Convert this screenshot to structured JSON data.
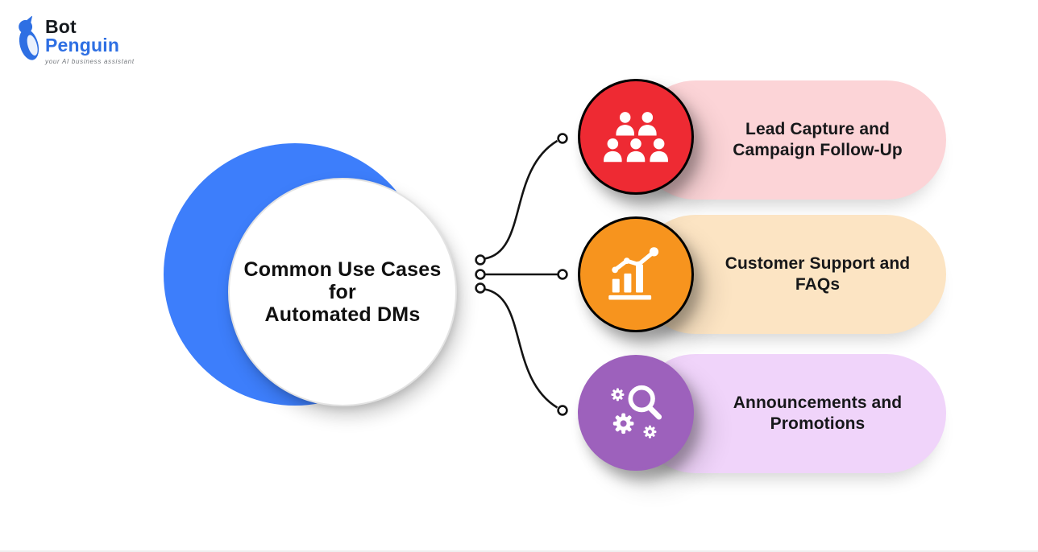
{
  "brand": {
    "name_top": "Bot",
    "name_bottom": "Penguin",
    "tagline": "your AI business assistant",
    "blue": "#2e6fe3",
    "dark": "#15191e"
  },
  "center": {
    "title": "Common Use Cases for\nAutomated DMs",
    "back_circle_color": "#3d7efb"
  },
  "items": [
    {
      "label": "Lead Capture and\nCampaign Follow-Up",
      "icon": "people-group-icon",
      "circle_color": "#ee2a33",
      "circle_border": "#c01421",
      "pill_color": "#fcd4d7"
    },
    {
      "label": "Customer Support and\nFAQs",
      "icon": "bar-chart-trend-icon",
      "circle_color": "#f7941e",
      "circle_border": "#c86b0c",
      "pill_color": "#fce4c3"
    },
    {
      "label": "Announcements and\nPromotions",
      "icon": "gears-magnifier-icon",
      "circle_color": "#9d61bc",
      "circle_border": "#5c2a68",
      "pill_color": "#f0d4fa"
    }
  ]
}
